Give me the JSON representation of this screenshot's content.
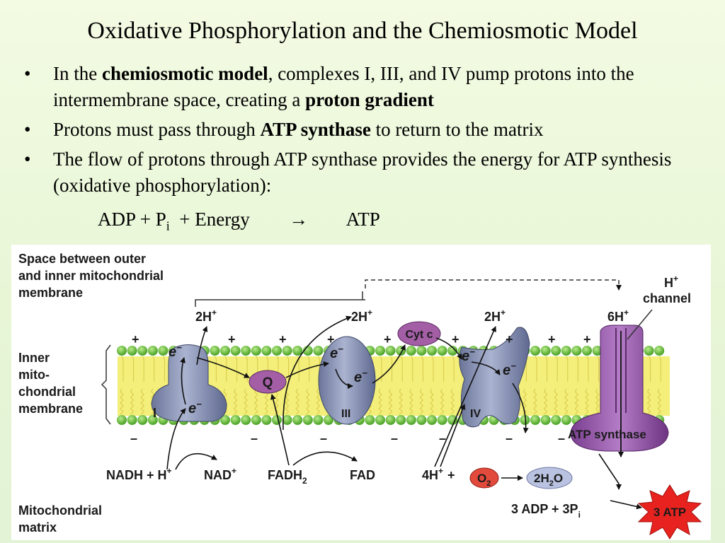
{
  "title": "Oxidative Phosphorylation and the Chemiosmotic Model",
  "bullets": [
    {
      "segments": [
        {
          "text": "In the ",
          "bold": false
        },
        {
          "text": "chemiosmotic model",
          "bold": true
        },
        {
          "text": ", complexes I, III, and IV pump protons into the intermembrane space, creating a ",
          "bold": false
        },
        {
          "text": "proton gradient",
          "bold": true
        }
      ]
    },
    {
      "segments": [
        {
          "text": "Protons must pass through ",
          "bold": false
        },
        {
          "text": "ATP synthase",
          "bold": true
        },
        {
          "text": " to return to the matrix",
          "bold": false
        }
      ]
    },
    {
      "segments": [
        {
          "text": "The flow of protons through ATP synthase provides the energy for ATP synthesis (oxidative phosphorylation):",
          "bold": false
        }
      ]
    }
  ],
  "equation": {
    "left_a": "ADP + P",
    "left_sub": "i",
    "left_b": "  + Energy",
    "arrow": "→",
    "right": "ATP"
  },
  "diagram": {
    "space_label": [
      "Space between outer",
      "and inner mitochondrial",
      "membrane"
    ],
    "membrane_label": [
      "Inner",
      "mito-",
      "chondrial",
      "membrane"
    ],
    "matrix_label": [
      "Mitochondrial",
      "matrix"
    ],
    "h_channel_label": [
      "H",
      "+",
      "channel"
    ],
    "protons_out": [
      {
        "n": "2H",
        "sup": "+"
      },
      {
        "n": "2H",
        "sup": "+"
      },
      {
        "n": "2H",
        "sup": "+"
      },
      {
        "n": "6H",
        "sup": "+"
      }
    ],
    "complexes": {
      "I": "I",
      "III": "III",
      "IV": "IV",
      "Q": "Q",
      "cyt_c": "Cyt c"
    },
    "electron": "e",
    "electron_sup": "−",
    "plus_sign": "+",
    "minus_sign": "–",
    "atp_synthase_label": "ATP synthase",
    "reactants": {
      "nadh": "NADH + H",
      "nadh_sup": "+",
      "nad": "NAD",
      "nad_sup": "+",
      "fadh": "FADH",
      "fadh_sub": "2",
      "fad": "FAD",
      "four_h": "4H",
      "four_h_sup": "+",
      "plus": "+",
      "o2": "O",
      "o2_sub": "2",
      "h2o_a": "2H",
      "h2o_sub": "2",
      "h2o_b": "O",
      "adp_a": "3 ADP + 3P",
      "adp_sub": "i",
      "atp": "3 ATP"
    },
    "colors": {
      "head_green": "#6cc93a",
      "tail_yellow": "#f2f07a",
      "complex_blue": "#8a95b8",
      "synthase_purple": "#9a5cae",
      "cyt_c": "#b26aaa",
      "o2_red": "#e24a3b",
      "atp_red": "#e8231f"
    }
  }
}
